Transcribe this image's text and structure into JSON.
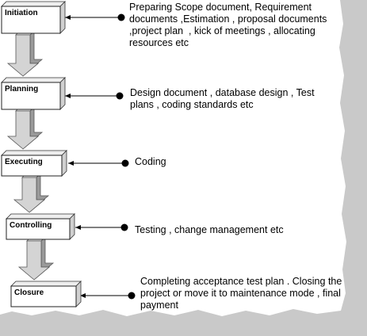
{
  "diagram": {
    "stages": [
      {
        "label": "Initiation",
        "description_lines": [
          "Preparing Scope document, Requirement",
          "documents ,Estimation , proposal documents",
          ",project plan  , kick of meetings , allocating",
          "resources etc"
        ]
      },
      {
        "label": "Planning",
        "description_lines": [
          "Design document , database design , Test",
          "plans , coding standards etc"
        ]
      },
      {
        "label": "Executing",
        "description_lines": [
          "Coding"
        ]
      },
      {
        "label": "Controlling",
        "description_lines": [
          "Testing , change management etc"
        ]
      },
      {
        "label": "Closure",
        "description_lines": [
          "Completing acceptance test plan . Closing the",
          "project or move it to maintenance mode , final",
          "payment"
        ]
      }
    ]
  },
  "colors": {
    "background": "#c9c9c9",
    "paper": "#ffffff",
    "box_fill": "#ffffff",
    "box_side": "#d0d0d0",
    "box_top": "#eeeeee",
    "arrow_front": "#d4d4d4",
    "arrow_side": "#9a9a9a",
    "arrow_top": "#ececec",
    "connector": "#000000"
  },
  "icons": {
    "stage_arrow": "block-down-arrow-icon",
    "connector_end": "filled-dot-icon"
  }
}
